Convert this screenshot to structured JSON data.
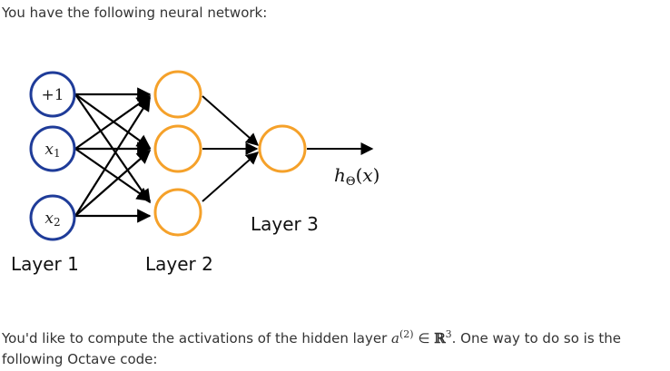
{
  "intro_text": "You have the following neural network:",
  "diagram": {
    "input_nodes": [
      "+1",
      "x1",
      "x2"
    ],
    "layer_labels": [
      "Layer 1",
      "Layer 2",
      "Layer 3"
    ],
    "output_label": "hΘ(x)",
    "colors": {
      "input_node": "#1f3c99",
      "hidden_node": "#f5a12a",
      "edge": "#000000"
    }
  },
  "bottom_text": {
    "before": "You'd like to compute the activations of the hidden layer ",
    "math_a": "a",
    "math_sup": "(2)",
    "math_in": " ∈ ",
    "math_R": "ℝ",
    "math_R_sup": "3",
    "after": ". One way to do so is the following Octave code:"
  }
}
